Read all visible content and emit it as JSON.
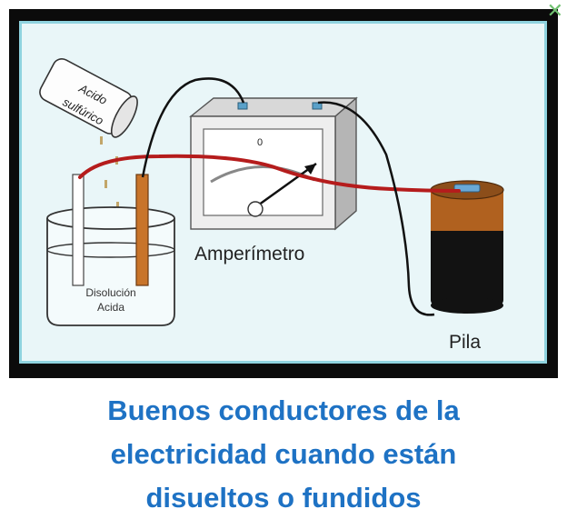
{
  "diagram": {
    "labels": {
      "acid_bottle_line1": "Acido",
      "acid_bottle_line2": "sulfúrico",
      "beaker_line1": "Disolución",
      "beaker_line2": "Acida",
      "ammeter_scale": "0",
      "ammeter": "Amperímetro",
      "battery": "Pila"
    },
    "colors": {
      "frame": "#0b0b0b",
      "background": "#e9f6f8",
      "red_wire": "#b51c1c",
      "black_wire": "#111111",
      "copper_electrode": "#c8742a",
      "battery_top": "#b0611f",
      "battery_body": "#121212",
      "caption": "#1e72c4"
    }
  },
  "caption": {
    "line1": "Buenos conductores de la",
    "line2": "electricidad cuando están",
    "line3": "disueltos o fundidos"
  },
  "window": {
    "close_icon": "close-icon"
  }
}
